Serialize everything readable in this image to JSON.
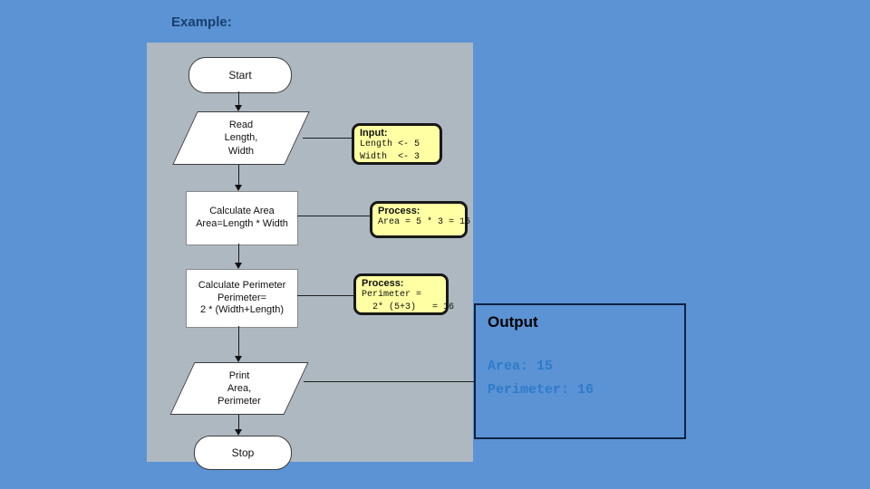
{
  "page": {
    "title": "Example:"
  },
  "flowchart": {
    "nodes": {
      "start": "Start",
      "read": "Read\nLength,\nWidth",
      "calc_area": "Calculate Area\nArea=Length * Width",
      "calc_perimeter": "Calculate Perimeter\nPerimeter=\n2 * (Width+Length)",
      "print": "Print\nArea,\nPerimeter",
      "stop": "Stop"
    }
  },
  "annotations": {
    "input": {
      "heading": "Input:",
      "line1": "Length <- 5",
      "line2": "Width  <- 3"
    },
    "process_area": {
      "heading": "Process:",
      "line1": "Area = 5 * 3 = 15"
    },
    "process_perimeter": {
      "heading": "Process:",
      "line1": "Perimeter =",
      "line2": "  2* (5+3)   = 16"
    }
  },
  "output": {
    "title": "Output",
    "line1": "Area: 15",
    "line2": "Perimeter: 16"
  },
  "colors": {
    "slide_background": "#5b93d5",
    "panel_gray": "#adb8c1",
    "callout_yellow": "#ffffa3",
    "title_navy": "#17406e",
    "output_border_navy": "#0d2240",
    "output_text_blue": "#2e7bc9",
    "shape_fill": "#ffffff",
    "line_black": "#1d1d1d"
  }
}
